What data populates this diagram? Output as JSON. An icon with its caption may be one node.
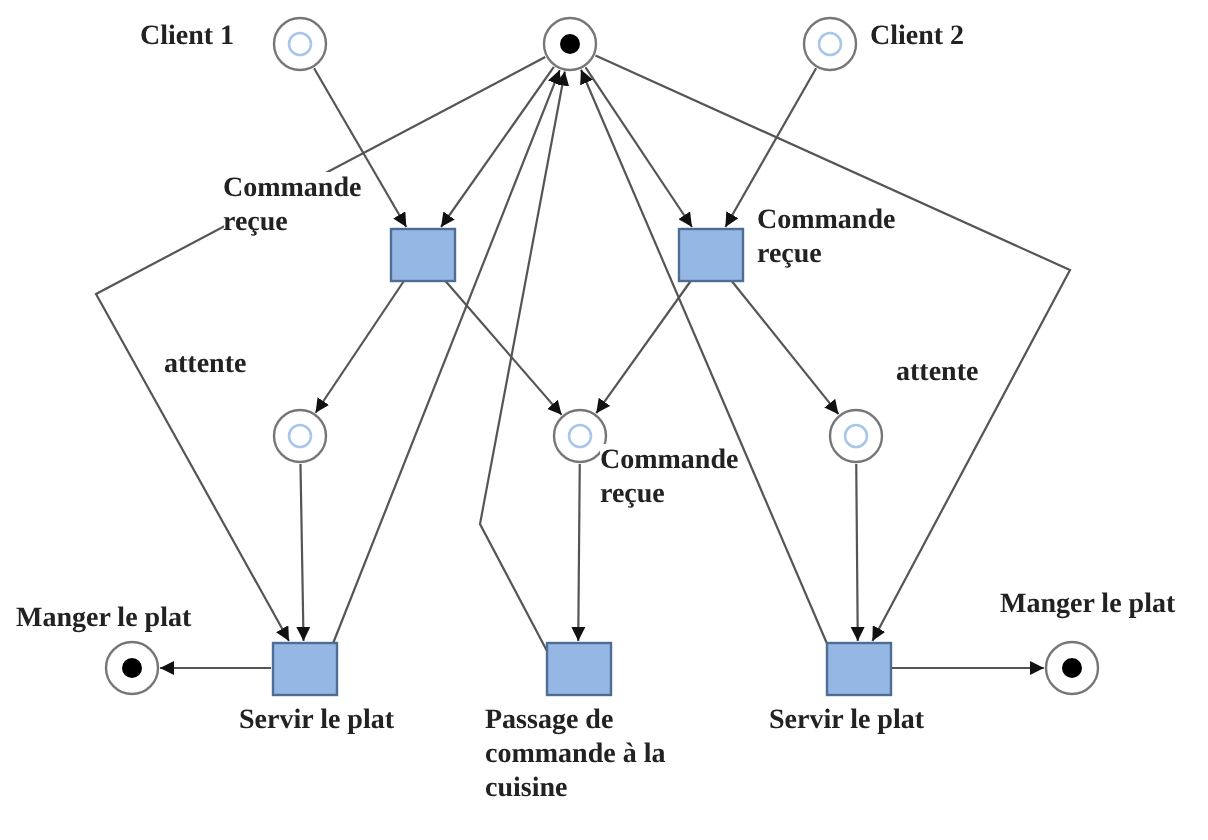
{
  "diagram": {
    "nodes": [
      {
        "text": [],
        "shape": "circle",
        "beside": [
          "Client 1"
        ]
      },
      {
        "text": [],
        "shape": "circle"
      },
      {
        "text": [],
        "shape": "circle",
        "beside": [
          "Client 2"
        ]
      },
      {
        "text": [],
        "shape": "box",
        "beside": [
          "Commande reçue"
        ]
      },
      {
        "text": [],
        "shape": "box",
        "beside": [
          "Commande reçue"
        ]
      },
      {
        "text": [],
        "shape": "circle",
        "beside": [
          "attente"
        ]
      },
      {
        "text": [],
        "shape": "circle",
        "beside": [
          "Commande reçue"
        ]
      },
      {
        "text": [],
        "shape": "circle",
        "beside": [
          "attente"
        ]
      },
      {
        "text": [],
        "shape": "circle",
        "beside": [
          "Manger le plat"
        ]
      },
      {
        "text": [],
        "shape": "box",
        "beside": [
          "Servir le plat"
        ]
      },
      {
        "text": [],
        "shape": "box",
        "beside": [
          "Passage de commande à la cuisine"
        ]
      },
      {
        "text": [],
        "shape": "box",
        "beside": [
          "Servir le plat"
        ]
      },
      {
        "text": [],
        "shape": "circle",
        "beside": [
          "Manger le plat"
        ]
      }
    ],
    "edges": [
      {
        "from": 0,
        "to": 3,
        "arrow": "to"
      },
      {
        "from": 1,
        "to": 3,
        "arrow": "to"
      },
      {
        "from": 1,
        "to": 4,
        "arrow": "to"
      },
      {
        "from": 2,
        "to": 4,
        "arrow": "to"
      },
      {
        "from": 3,
        "to": 5,
        "arrow": "to"
      },
      {
        "from": 3,
        "to": 6,
        "arrow": "to"
      },
      {
        "from": 4,
        "to": 6,
        "arrow": "to"
      },
      {
        "from": 4,
        "to": 7,
        "arrow": "to"
      },
      {
        "from": 5,
        "to": 9,
        "arrow": "to"
      },
      {
        "from": 1,
        "to": 9,
        "arrow": "to"
      },
      {
        "from": 9,
        "to": 1,
        "arrow": "to"
      },
      {
        "from": 6,
        "to": 10,
        "arrow": "to"
      },
      {
        "from": 10,
        "to": 1,
        "arrow": "to"
      },
      {
        "from": 7,
        "to": 11,
        "arrow": "to"
      },
      {
        "from": 11,
        "to": 1,
        "arrow": "to"
      },
      {
        "from": 1,
        "to": 11,
        "arrow": "to"
      },
      {
        "from": 9,
        "to": 8,
        "arrow": "to"
      },
      {
        "from": 11,
        "to": 12,
        "arrow": "to"
      }
    ]
  }
}
